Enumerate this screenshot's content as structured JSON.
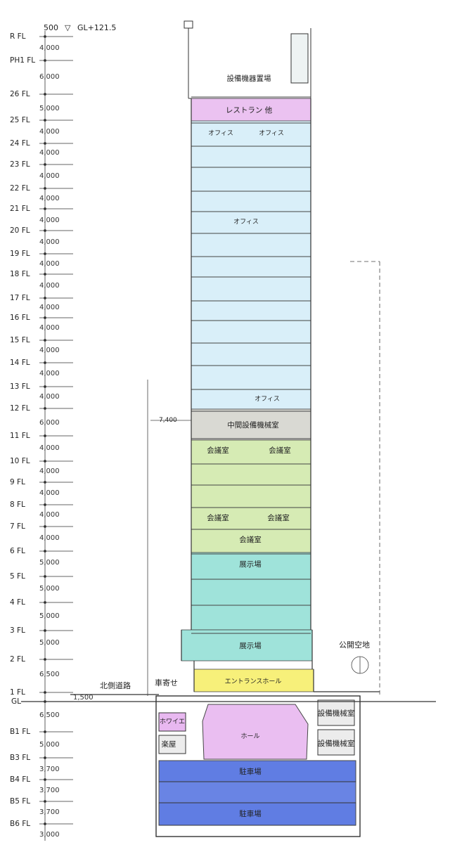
{
  "title_elevation": {
    "top_dim": "500",
    "level_mark": "▽",
    "level_text": "GL+121.5"
  },
  "floors": [
    {
      "id": "rfl",
      "label": "R FL"
    },
    {
      "id": "ph1fl",
      "label": "PH1 FL"
    },
    {
      "id": "f26",
      "label": "26 FL"
    },
    {
      "id": "f25",
      "label": "25 FL"
    },
    {
      "id": "f24",
      "label": "24 FL"
    },
    {
      "id": "f23",
      "label": "23 FL"
    },
    {
      "id": "f22",
      "label": "22 FL"
    },
    {
      "id": "f21",
      "label": "21 FL"
    },
    {
      "id": "f20",
      "label": "20 FL"
    },
    {
      "id": "f19",
      "label": "19 FL"
    },
    {
      "id": "f18",
      "label": "18 FL"
    },
    {
      "id": "f17",
      "label": "17 FL"
    },
    {
      "id": "f16",
      "label": "16 FL"
    },
    {
      "id": "f15",
      "label": "15 FL"
    },
    {
      "id": "f14",
      "label": "14 FL"
    },
    {
      "id": "f13",
      "label": "13 FL"
    },
    {
      "id": "f12",
      "label": "12 FL"
    },
    {
      "id": "f11",
      "label": "11 FL"
    },
    {
      "id": "f10",
      "label": "10 FL"
    },
    {
      "id": "f9",
      "label": "9 FL"
    },
    {
      "id": "f8",
      "label": "8 FL"
    },
    {
      "id": "f7",
      "label": "7 FL"
    },
    {
      "id": "f6",
      "label": "6 FL"
    },
    {
      "id": "f5",
      "label": "5 FL"
    },
    {
      "id": "f4",
      "label": "4 FL"
    },
    {
      "id": "f3",
      "label": "3 FL"
    },
    {
      "id": "f2",
      "label": "2 FL"
    },
    {
      "id": "f1",
      "label": "1 FL"
    },
    {
      "id": "gl",
      "label": "GL"
    },
    {
      "id": "b1",
      "label": "B1 FL"
    },
    {
      "id": "b3",
      "label": "B3 FL"
    },
    {
      "id": "b4",
      "label": "B4 FL"
    },
    {
      "id": "b5",
      "label": "B5 FL"
    },
    {
      "id": "b6",
      "label": "B6 FL"
    }
  ],
  "heights": [
    "4,000",
    "6,000",
    "5,000",
    "4,000",
    "4,000",
    "4,000",
    "4,000",
    "4,000",
    "4,000",
    "4,000",
    "4,000",
    "4,000",
    "4,000",
    "4,000",
    "4,000",
    "4,000",
    "6,000",
    "4,000",
    "4,000",
    "4,000",
    "4,000",
    "4,000",
    "5,000",
    "5,000",
    "5,000",
    "5,000",
    "6,500",
    "1,500",
    "6,500",
    "5,000",
    "3,700",
    "3,700",
    "3,700",
    "3,000"
  ],
  "rooms": {
    "equipment_storage": "設備機器置場",
    "restaurant": "レストラン 他",
    "office_a": "オフィス",
    "office_b": "オフィス",
    "office_mid": "オフィス",
    "office_low": "オフィス",
    "mid_mechanical": "中間設備機械室",
    "conf_1a": "会議室",
    "conf_1b": "会議室",
    "conf_2a": "会議室",
    "conf_2b": "会議室",
    "conf_3": "会議室",
    "exhibit_1": "展示場",
    "exhibit_2": "展示場",
    "entrance_hall": "エントランスホール",
    "foyer": "ホワイエ",
    "hall": "ホール",
    "dressing": "楽屋",
    "mech_b1": "設備機械室",
    "mech_b3": "設備機械室",
    "parking_1": "駐車場",
    "parking_2": "駐車場"
  },
  "site": {
    "north_road": "北側道路",
    "drop_off": "車寄せ",
    "public_open_space": "公開空地",
    "setback": "7,400"
  },
  "colors": {
    "restaurant": "#e7b3ee",
    "office": "#cdeaf7",
    "mechanical": "#d9d9d3",
    "conference": "#cfe8a8",
    "exhibition": "#9fe3da",
    "entrance": "#f7f07a",
    "hall": "#e8b8f0",
    "parking": "#4f6fe0",
    "line": "#333333"
  }
}
